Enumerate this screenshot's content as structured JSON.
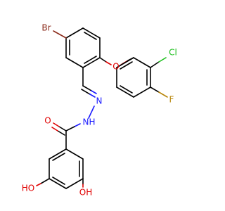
{
  "atom_labels": {
    "br": "Br",
    "o_ether": "O",
    "cl": "Cl",
    "f": "F",
    "n_imine": "N",
    "nh": "N",
    "h_amide": "H",
    "o_carbonyl": "O",
    "oh_left": "HO",
    "oh_right": "OH"
  },
  "colors": {
    "bond": "#000000",
    "oxygen": "#e00000",
    "nitrogen": "#1a1aff",
    "bromine": "#8b2a1a",
    "chlorine": "#1bbf1b",
    "fluorine": "#b8860b"
  }
}
